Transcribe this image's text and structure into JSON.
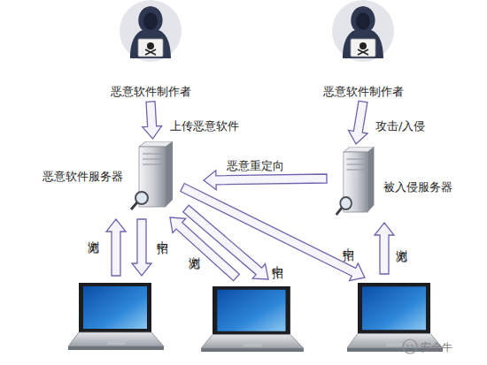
{
  "diagram": {
    "nodes": [
      {
        "text": [
          "恶意软件制作者"
        ]
      },
      {
        "text": [
          "恶意软件制作者"
        ]
      },
      {
        "text": [
          "恶意软件服务器"
        ]
      },
      {
        "text": [
          "被入侵服务器"
        ]
      },
      {
        "text": []
      },
      {
        "text": []
      },
      {
        "text": []
      }
    ],
    "edges": [
      {
        "from": 0,
        "to": 2,
        "arrow": "to",
        "label": "上传恶意软件"
      },
      {
        "from": 1,
        "to": 3,
        "arrow": "to",
        "label": "攻击/入侵"
      },
      {
        "from": 3,
        "to": 2,
        "arrow": "to",
        "label": "恶意重定向"
      },
      {
        "from": 4,
        "to": 2,
        "arrow": "to",
        "label": "浏览"
      },
      {
        "from": 2,
        "to": 4,
        "arrow": "to",
        "label": "中招"
      },
      {
        "from": 5,
        "to": 2,
        "arrow": "to",
        "label": "浏览"
      },
      {
        "from": 2,
        "to": 5,
        "arrow": "to",
        "label": "中招"
      },
      {
        "from": 2,
        "to": 6,
        "arrow": "to",
        "label": "中招"
      },
      {
        "from": 6,
        "to": 3,
        "arrow": "to",
        "label": "浏览"
      }
    ],
    "labels": [
      "安全牛"
    ]
  }
}
